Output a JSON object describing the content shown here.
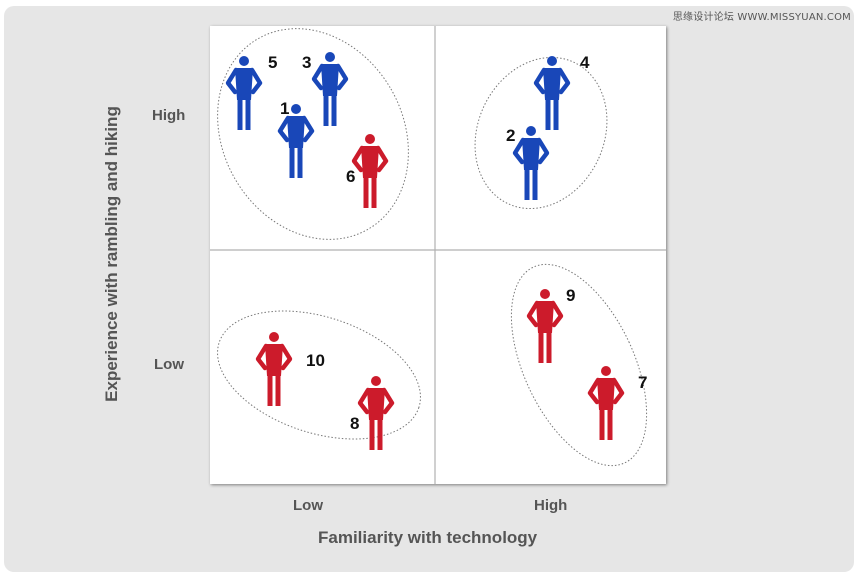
{
  "watermark": "思缘设计论坛 WWW.MISSYUAN.COM",
  "axes": {
    "y_label": "Experience with rambling and hiking",
    "x_label": "Familiarity with technology",
    "y_high": "High",
    "y_low": "Low",
    "x_low": "Low",
    "x_high": "High"
  },
  "colors": {
    "panel": "#e6e6e6",
    "blue": "#1947b8",
    "red": "#cc1b2b",
    "grid": "#b0b0b0",
    "ellipse": "#777777",
    "axis_text": "#555555"
  },
  "people": [
    {
      "label": "1",
      "color": "blue",
      "familiarity": "Low",
      "experience": "High"
    },
    {
      "label": "2",
      "color": "blue",
      "familiarity": "High",
      "experience": "High"
    },
    {
      "label": "3",
      "color": "blue",
      "familiarity": "Low",
      "experience": "High"
    },
    {
      "label": "4",
      "color": "blue",
      "familiarity": "High",
      "experience": "High"
    },
    {
      "label": "5",
      "color": "blue",
      "familiarity": "Low",
      "experience": "High"
    },
    {
      "label": "6",
      "color": "red",
      "familiarity": "Low",
      "experience": "High"
    },
    {
      "label": "7",
      "color": "red",
      "familiarity": "High",
      "experience": "Low"
    },
    {
      "label": "8",
      "color": "red",
      "familiarity": "Low",
      "experience": "Low"
    },
    {
      "label": "9",
      "color": "red",
      "familiarity": "High",
      "experience": "Low"
    },
    {
      "label": "10",
      "color": "red",
      "familiarity": "Low",
      "experience": "Low"
    }
  ]
}
